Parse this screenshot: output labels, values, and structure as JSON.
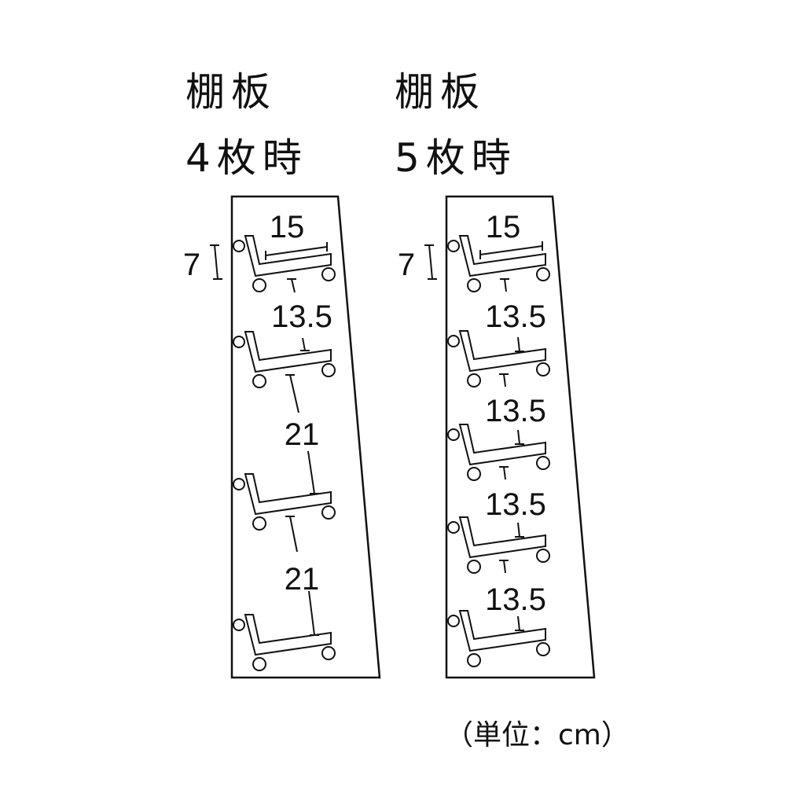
{
  "left": {
    "title_line1": "棚板",
    "title_line2": "4枚時",
    "top_width": "15",
    "top_height": "7",
    "gaps": [
      "13.5",
      "21",
      "21"
    ]
  },
  "right": {
    "title_line1": "棚板",
    "title_line2": "5枚時",
    "top_width": "15",
    "top_height": "7",
    "gaps": [
      "13.5",
      "13.5",
      "13.5",
      "13.5"
    ]
  },
  "unit_label": "（単位：cm）",
  "line_color": "#111111"
}
